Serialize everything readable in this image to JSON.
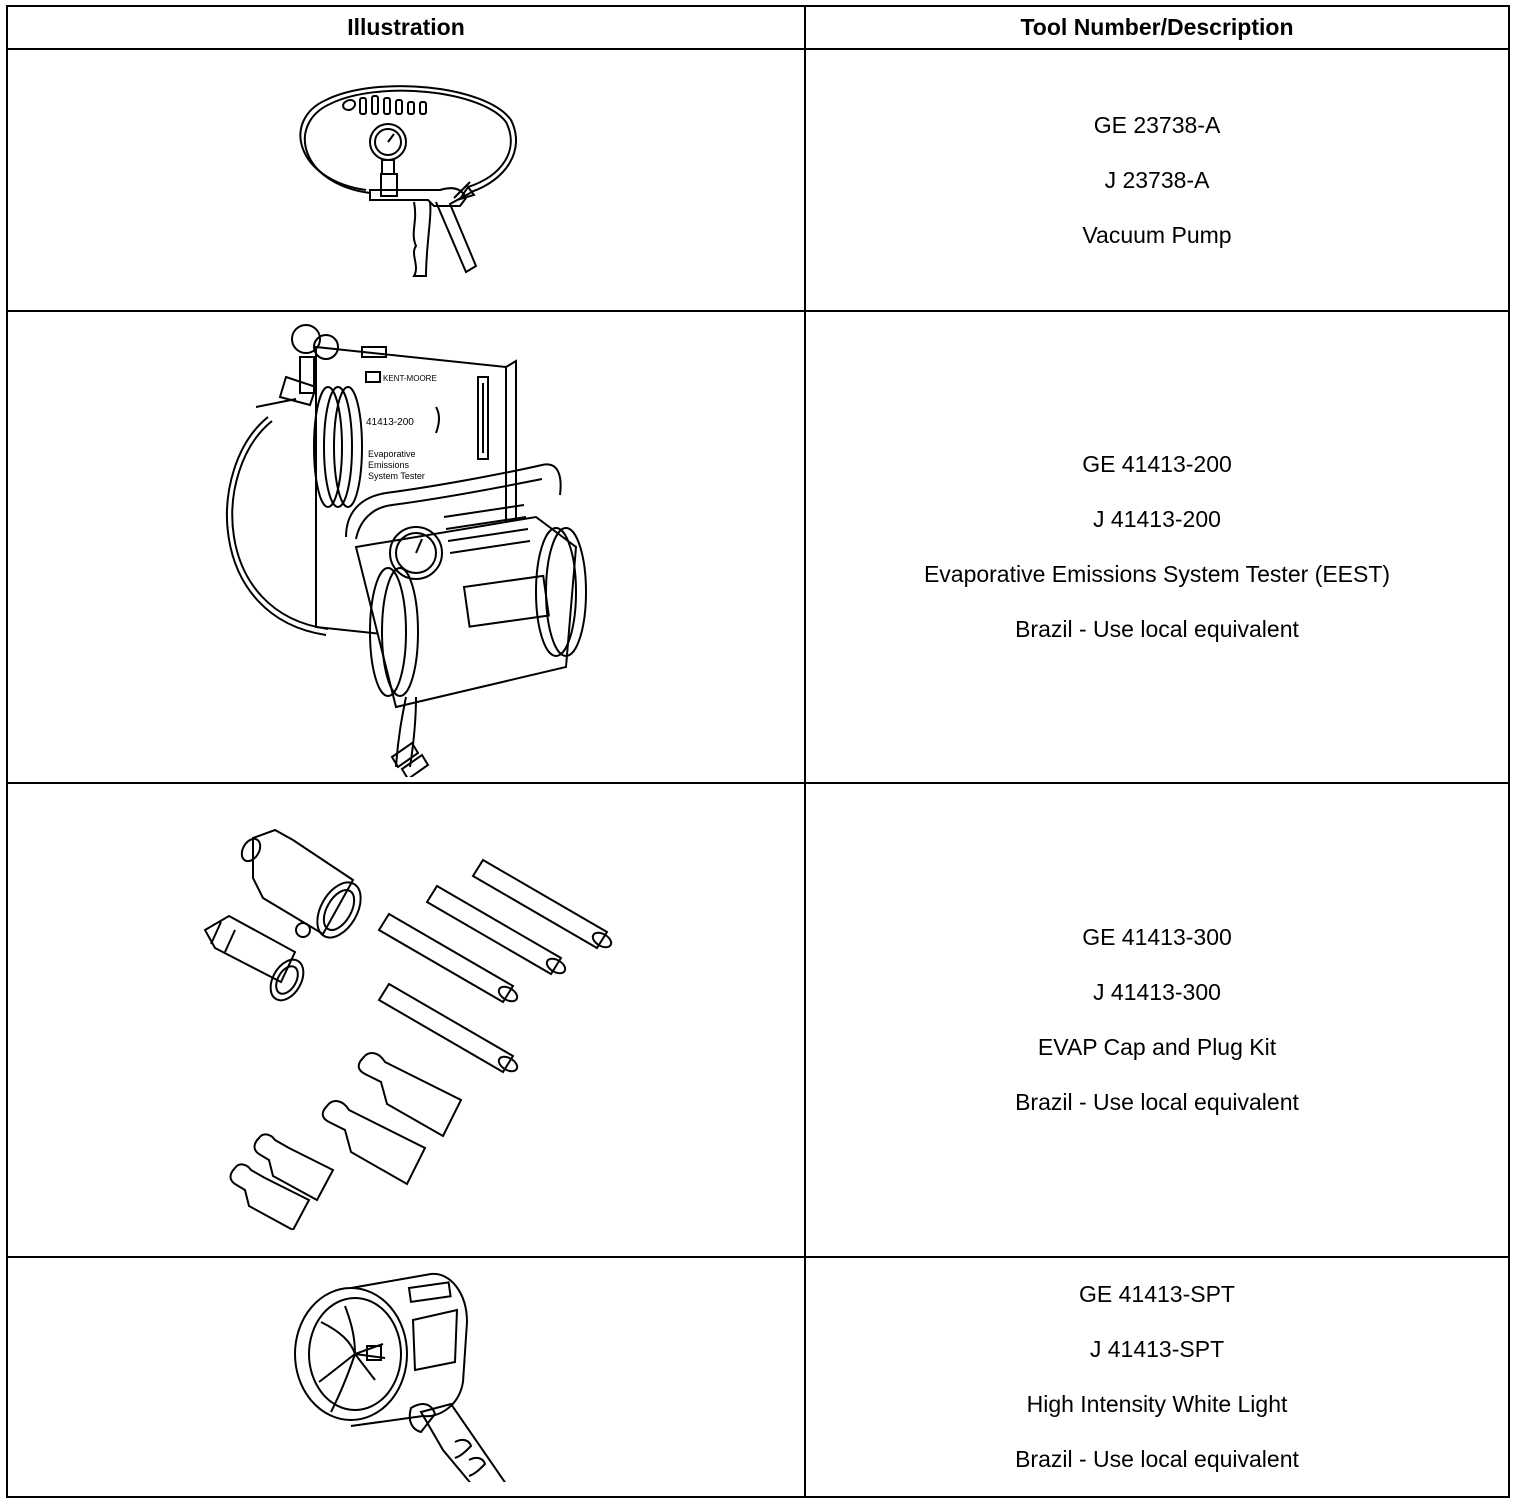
{
  "table": {
    "headers": {
      "illustration": "Illustration",
      "description": "Tool Number/Description"
    },
    "rows": [
      {
        "icon": "vacuum-pump-illustration",
        "lines": [
          "GE 23738-A",
          "J 23738-A",
          "Vacuum Pump"
        ]
      },
      {
        "icon": "evap-tester-illustration",
        "lines": [
          "GE 41413-200",
          "J 41413-200",
          "Evaporative Emissions System Tester (EEST)",
          "Brazil - Use local equivalent"
        ],
        "labels": {
          "brand": "KENT-MOORE",
          "model": "41413-200",
          "name1": "Evaporative",
          "name2": "Emissions",
          "name3": "System Tester"
        }
      },
      {
        "icon": "cap-plug-kit-illustration",
        "lines": [
          "GE 41413-300",
          "J 41413-300",
          "EVAP Cap and Plug Kit",
          "Brazil - Use local equivalent"
        ]
      },
      {
        "icon": "white-light-illustration",
        "lines": [
          "GE 41413-SPT",
          "J 41413-SPT",
          "High Intensity White Light",
          "Brazil - Use local equivalent"
        ]
      }
    ]
  }
}
